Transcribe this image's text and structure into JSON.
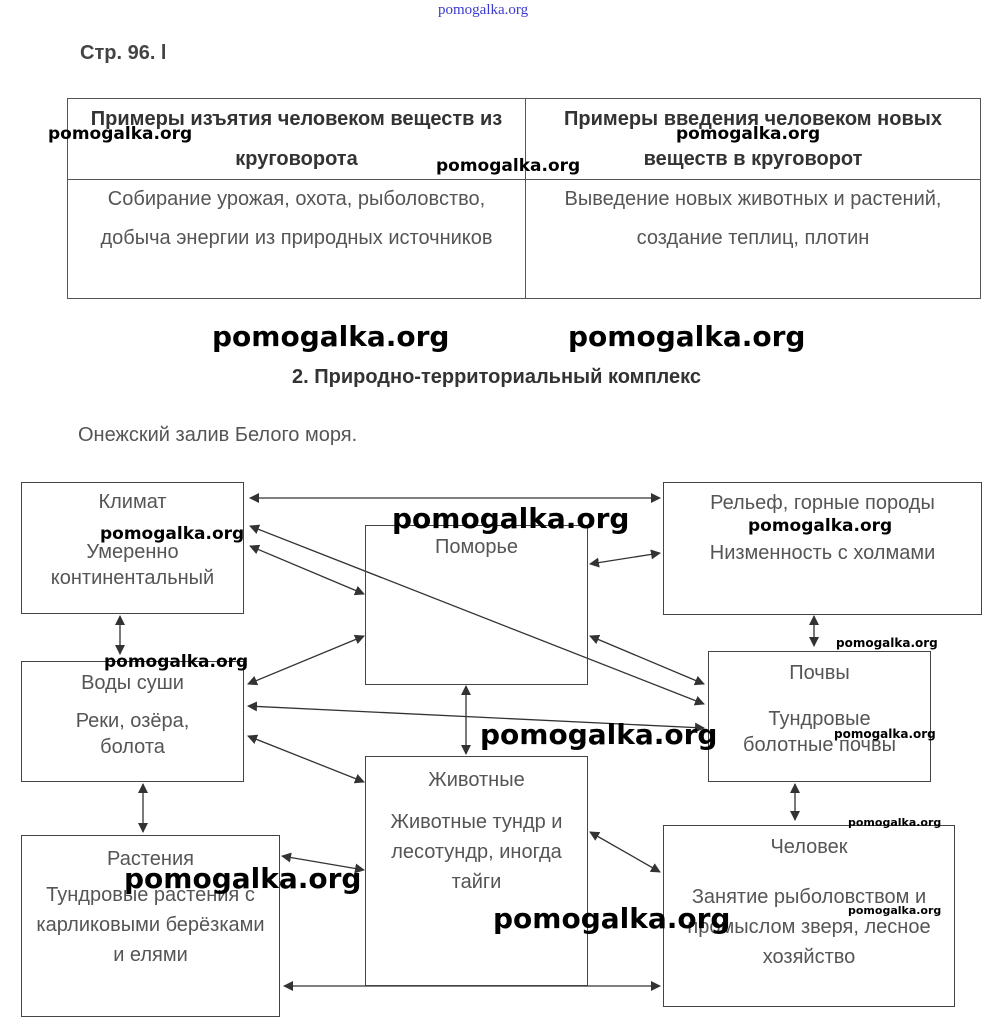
{
  "header": {
    "page_label": "Стр. 96. l"
  },
  "table": {
    "headers": [
      "Примеры изъятия человеком веществ из круговорота",
      "Примеры введения человеком новых веществ в круговорот"
    ],
    "cells": [
      "Собирание урожая, охота, рыболовство, добыча энергии из природных источников",
      "Выведение новых животных и растений, создание теплиц, плотин"
    ]
  },
  "section": {
    "title": "2. Природно-территориальный комплекс"
  },
  "subtitle": "Онежский залив Белого моря.",
  "diagram": {
    "climate": {
      "title": "Климат",
      "text": "Умеренно континентальный"
    },
    "relief": {
      "title": "Рельеф, горные породы",
      "text": "Низменность с холмами"
    },
    "pomorye": {
      "title": "Поморье"
    },
    "waters": {
      "title": "Воды суши",
      "text": "Реки, озёра, болота"
    },
    "soils": {
      "title": "Почвы",
      "text": "Тундровые болотные почвы"
    },
    "animals": {
      "title": "Животные",
      "text": "Животные тундр и лесотундр, иногда тайги"
    },
    "plants": {
      "title": "Растения",
      "text": "Тундровые растения с карликовыми берёзками и елями"
    },
    "human": {
      "title": "Человек",
      "text": "Занятие рыболовством и промыслом зверя, лесное хозяйство"
    }
  },
  "watermark": "pomogalka.org"
}
